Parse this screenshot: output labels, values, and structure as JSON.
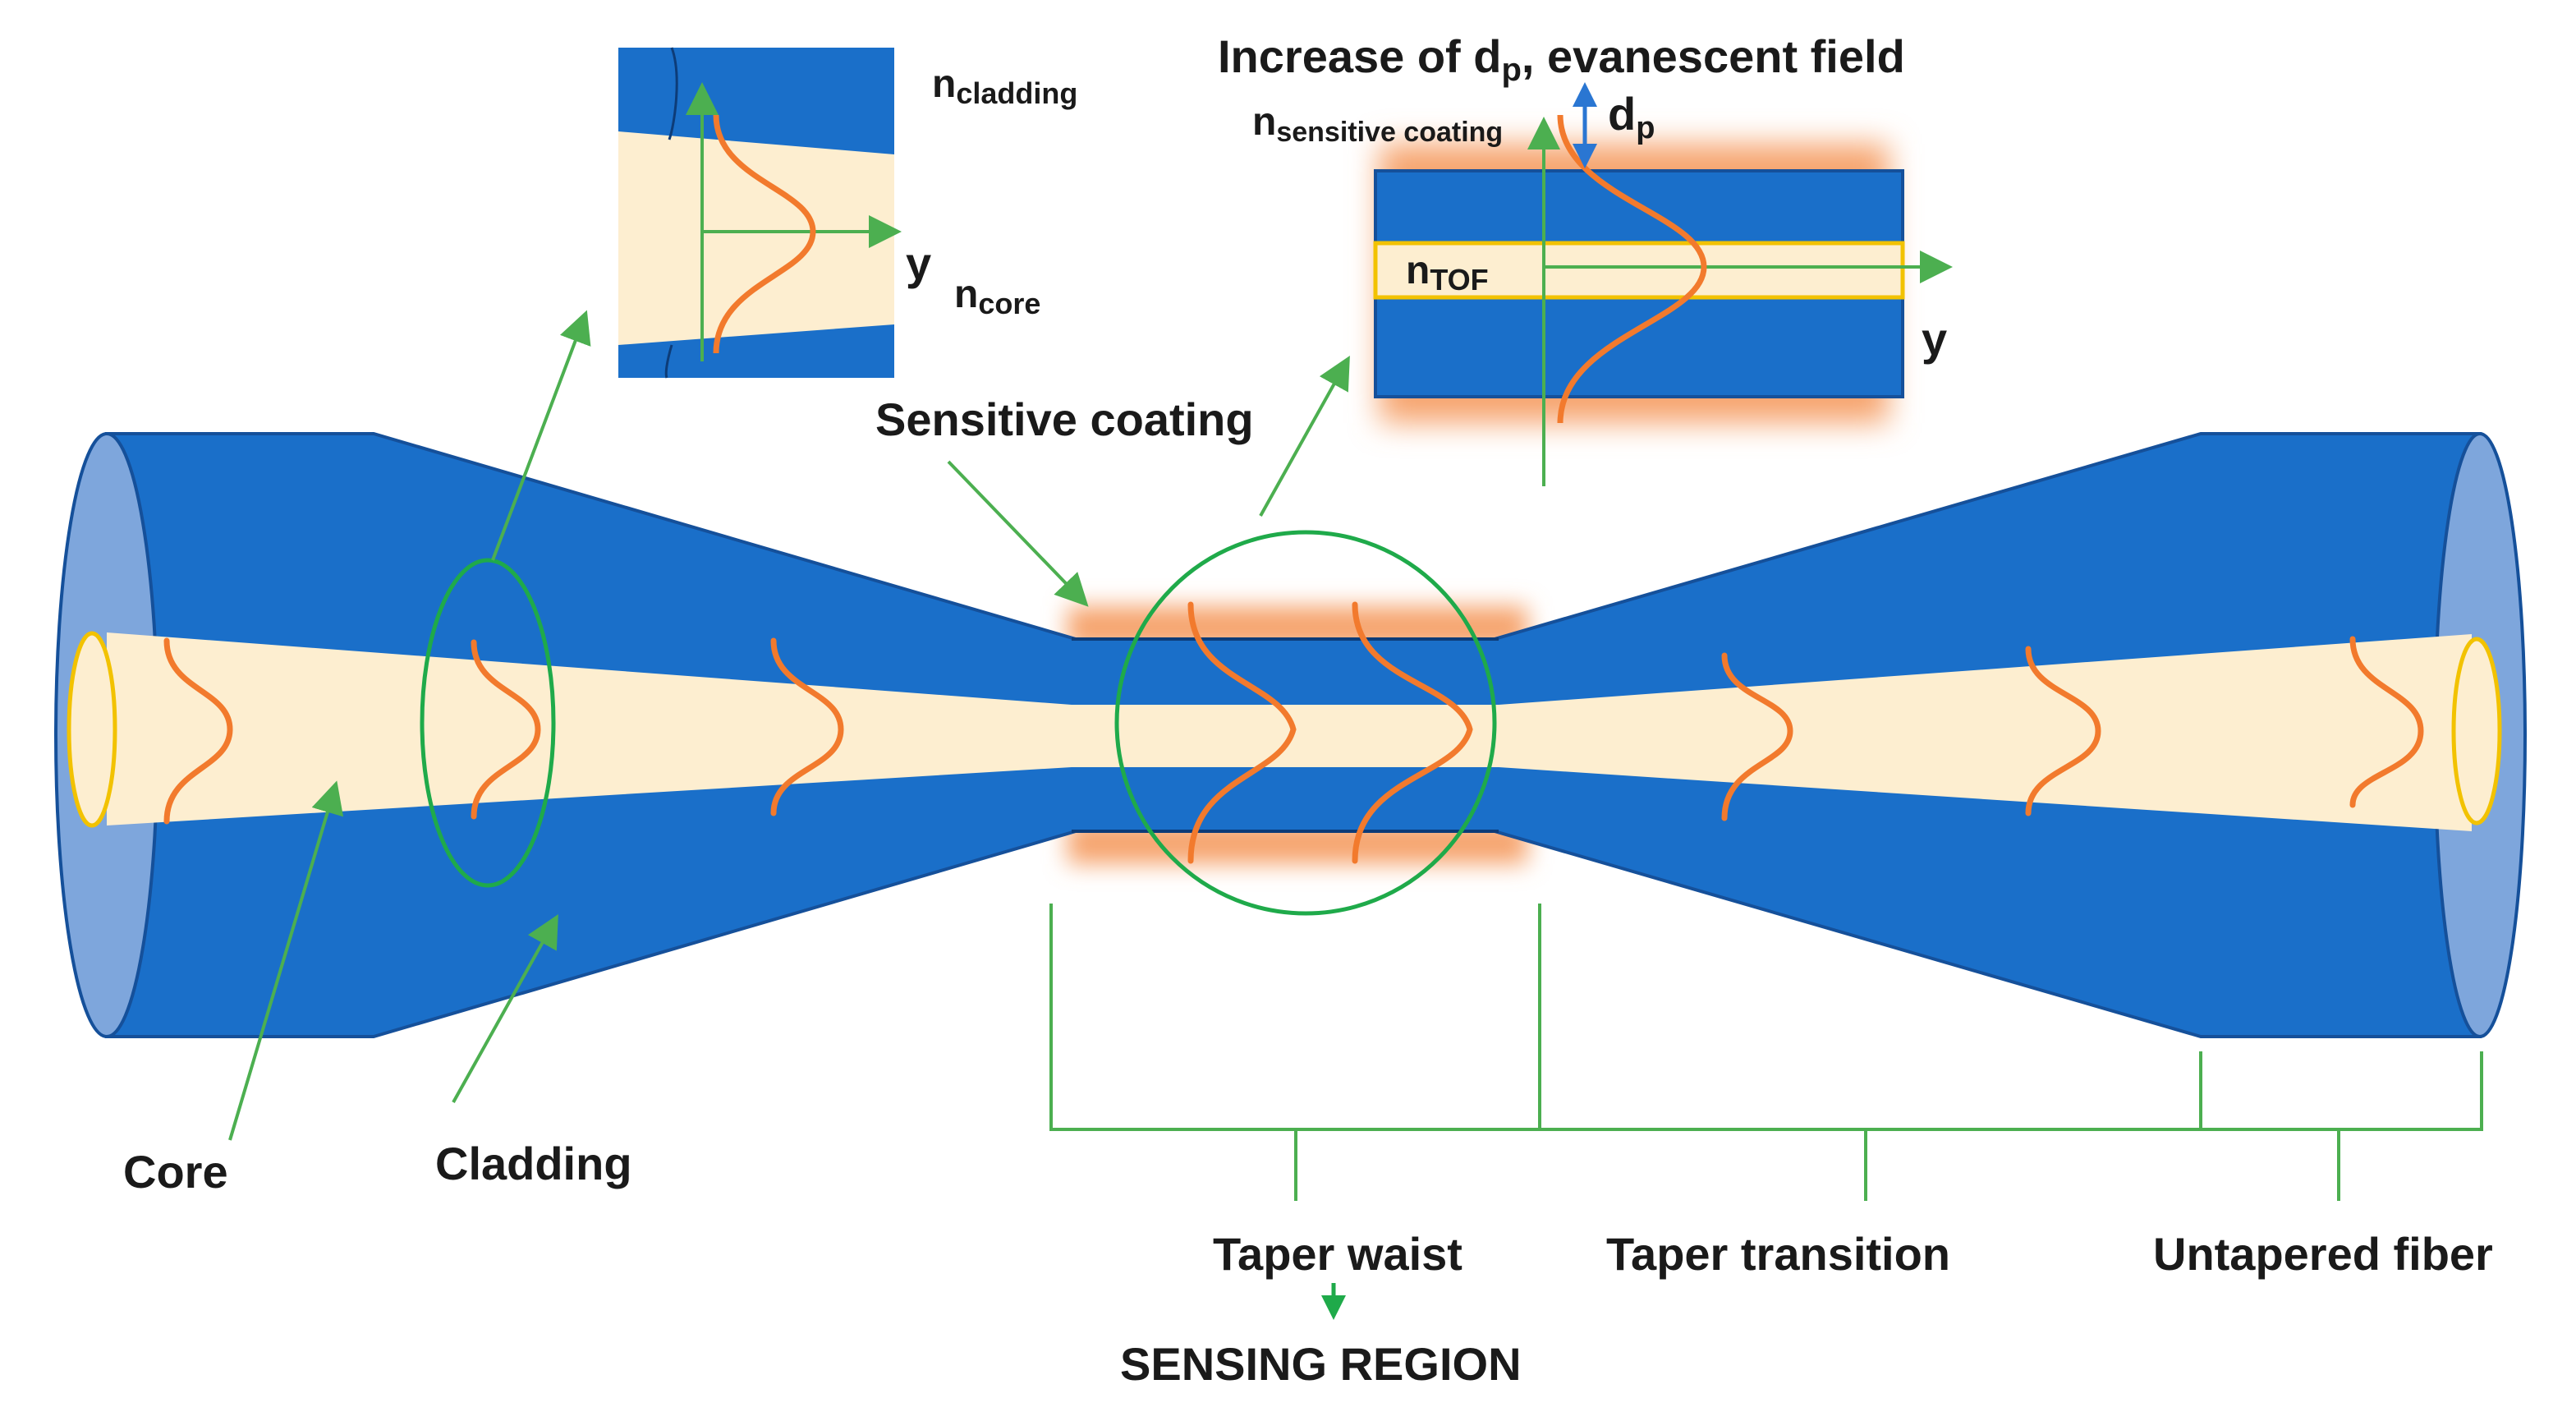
{
  "labels": {
    "core": "Core",
    "cladding": "Cladding",
    "sensitive_coating": "Sensitive coating",
    "taper_waist": "Taper waist",
    "taper_transition": "Taper transition",
    "untapered_fiber": "Untapered fiber",
    "sensing_region": "SENSING REGION",
    "increase_title": "Increase of d",
    "increase_sub": "p",
    "increase_rest": ", evanescent field"
  },
  "inset_left": {
    "n_cladding_n": "n",
    "n_cladding_sub": "cladding",
    "n_core_n": "n",
    "n_core_sub": "core",
    "axis_label": "y"
  },
  "inset_right": {
    "n_sensitive_n": "n",
    "n_sensitive_sub": "sensitive coating",
    "dp_d": "d",
    "dp_sub": "p",
    "n_tof_n": "n",
    "n_tof_sub": "TOF",
    "axis_label": "y"
  },
  "colors": {
    "cladding": "#1a6fc9",
    "cladding_edge": "#15509a",
    "end_face": "#7ea6dc",
    "core": "#fdeed0",
    "core_edge": "#f2c200",
    "mode_curve": "#f27a2d",
    "coating_glow": "#f6a46e",
    "annotation_green": "#4caf50",
    "highlight_green": "#1faa4a",
    "dp_arrow": "#2a76d2"
  }
}
